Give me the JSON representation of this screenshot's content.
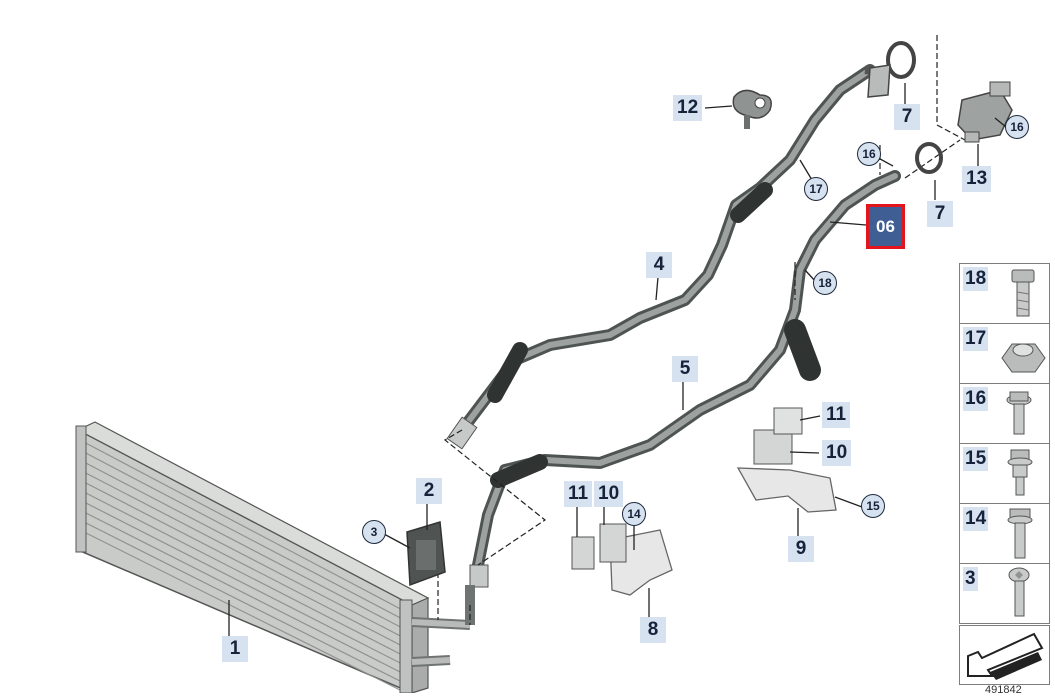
{
  "diagram": {
    "highlight_badge": "06",
    "callouts": [
      {
        "id": "callout-1",
        "label": "1"
      },
      {
        "id": "callout-2",
        "label": "2"
      },
      {
        "id": "callout-4",
        "label": "4"
      },
      {
        "id": "callout-5",
        "label": "5"
      },
      {
        "id": "callout-7a",
        "label": "7"
      },
      {
        "id": "callout-7b",
        "label": "7"
      },
      {
        "id": "callout-8",
        "label": "8"
      },
      {
        "id": "callout-9",
        "label": "9"
      },
      {
        "id": "callout-10a",
        "label": "10"
      },
      {
        "id": "callout-10b",
        "label": "10"
      },
      {
        "id": "callout-11a",
        "label": "11"
      },
      {
        "id": "callout-11b",
        "label": "11"
      },
      {
        "id": "callout-12",
        "label": "12"
      },
      {
        "id": "callout-13",
        "label": "13"
      }
    ],
    "circle_callouts": [
      {
        "id": "circle-3",
        "label": "3"
      },
      {
        "id": "circle-14",
        "label": "14"
      },
      {
        "id": "circle-15",
        "label": "15"
      },
      {
        "id": "circle-16a",
        "label": "16"
      },
      {
        "id": "circle-16b",
        "label": "16"
      },
      {
        "id": "circle-17",
        "label": "17"
      },
      {
        "id": "circle-18",
        "label": "18"
      }
    ]
  },
  "legend": {
    "items": [
      {
        "label": "18",
        "part": "bolt"
      },
      {
        "label": "17",
        "part": "hex-nut"
      },
      {
        "label": "16",
        "part": "flange-bolt"
      },
      {
        "label": "15",
        "part": "collar-bolt"
      },
      {
        "label": "14",
        "part": "long-bolt"
      },
      {
        "label": "3",
        "part": "torx-screw"
      }
    ]
  },
  "reference_code": "491842"
}
